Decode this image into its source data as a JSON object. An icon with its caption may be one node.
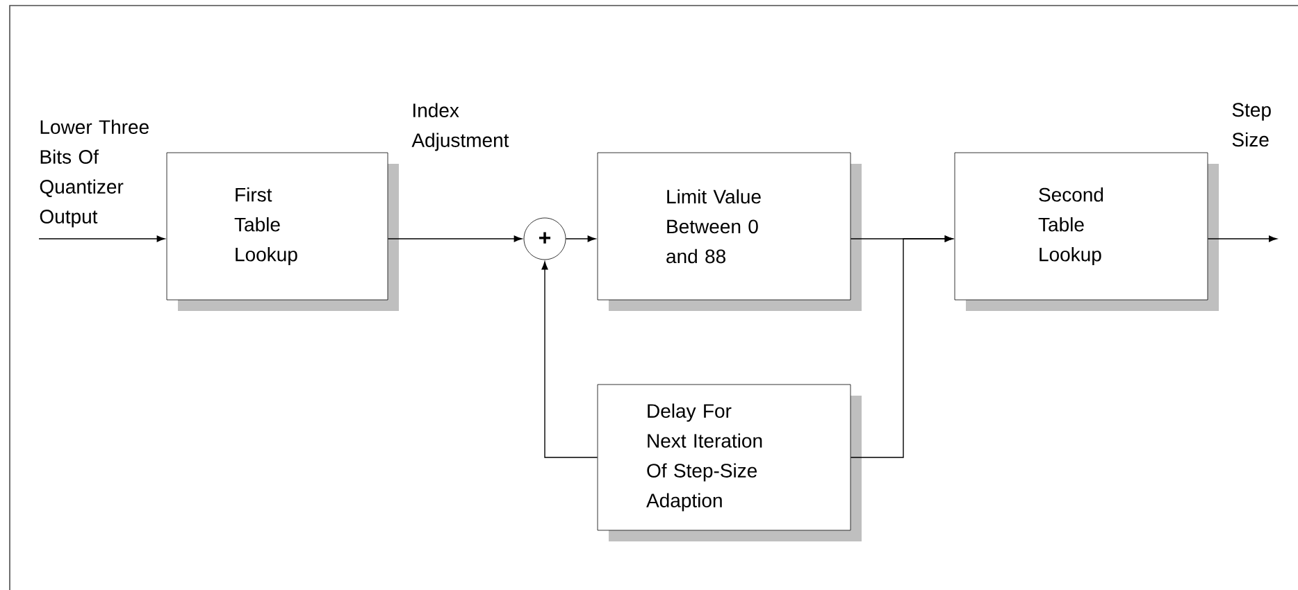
{
  "diagram": {
    "nodes": [
      {
        "text": [
          "First Table Lookup"
        ]
      },
      {
        "text": [
          "+"
        ]
      },
      {
        "text": [
          "Limit Value Between 0 and 88"
        ]
      },
      {
        "text": [
          "Second Table Lookup"
        ]
      },
      {
        "text": [
          "Delay For Next Iteration Of Step-Size Adaption"
        ]
      }
    ],
    "edges": [
      {
        "from": null,
        "to": 0,
        "arrow": "to"
      },
      {
        "from": 0,
        "to": 1,
        "arrow": "to"
      },
      {
        "from": 1,
        "to": 2,
        "arrow": "to"
      },
      {
        "from": 2,
        "to": 3,
        "arrow": "to"
      },
      {
        "from": 4,
        "to": 3,
        "arrow": "to"
      },
      {
        "from": 4,
        "to": 1,
        "arrow": "to"
      },
      {
        "from": 3,
        "to": null,
        "arrow": "to"
      }
    ],
    "labels": [
      "Lower Three Bits Of Quantizer Output",
      "Index Adjustment",
      "Step Size"
    ]
  }
}
